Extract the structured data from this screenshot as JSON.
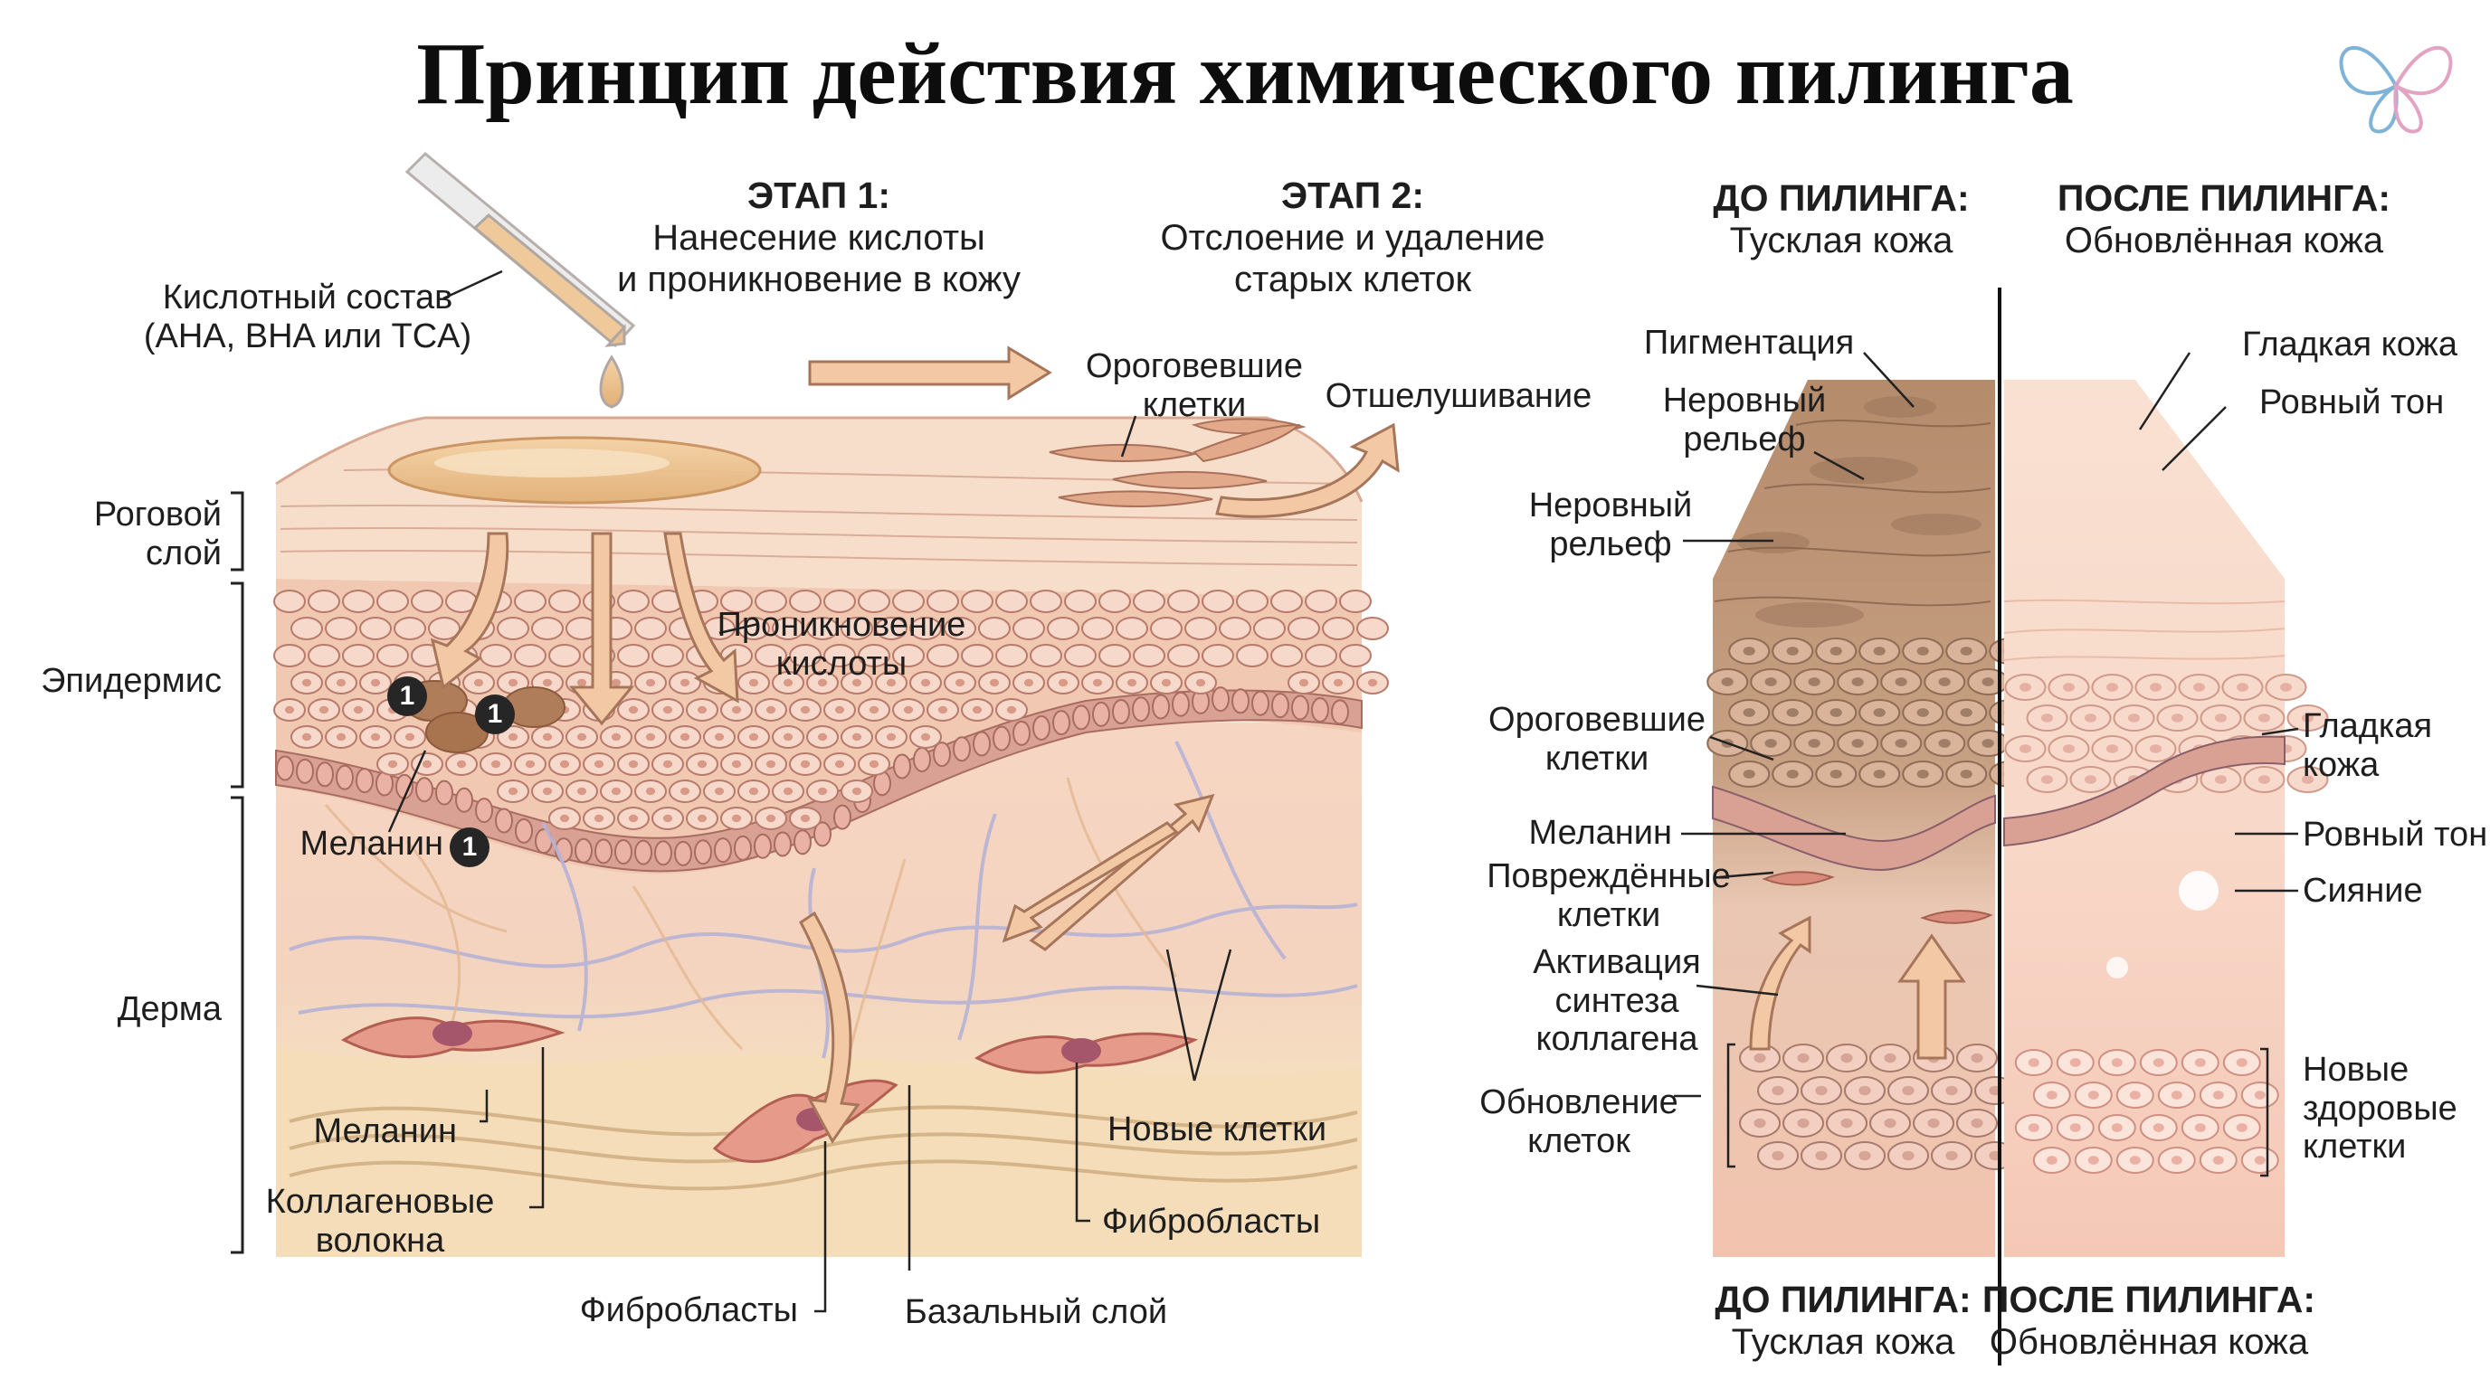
{
  "title": "Принцип действия химического пилинга",
  "colors": {
    "skin_light": "#f6dcc8",
    "skin_mid": "#eec0a8",
    "basal": "#d9a193",
    "dermis": "#f4d3bf",
    "deep": "#f3dcb4",
    "cell_fill": "#f6d9cb",
    "cell_stroke": "#b87a6a",
    "arrow": "#f2c9a4",
    "arrow_stroke": "#a7765a",
    "vessel": "#b7b3d6",
    "fibroblast": "#e59a8a",
    "dull": "#b7906f",
    "dull_dark": "#8c6a54",
    "fresh": "#f8ddd0"
  },
  "stage1": {
    "heading": "ЭТАП 1:",
    "line1": "Нанесение кислоты",
    "line2": "и проникновение в кожу"
  },
  "stage2": {
    "heading": "ЭТАП 2:",
    "line1": "Отслоение и удаление",
    "line2": "старых клеток"
  },
  "before_top": {
    "heading": "ДО ПИЛИНГА:",
    "caption": "Тусклая кожа"
  },
  "after_top": {
    "heading": "ПОСЛЕ ПИЛИНГА:",
    "caption": "Обновлённая кожа"
  },
  "before_bottom": {
    "heading": "ДО ПИЛИНГА:",
    "caption": "Тусклая кожа"
  },
  "after_bottom": {
    "heading": "ПОСЛЕ ПИЛИНГА:",
    "caption": "Обновлённая кожа"
  },
  "left_labels": {
    "acid_line1": "Кислотный состав",
    "acid_line2": "(AHA, BHA или TCA)",
    "horny_line1": "Роговой",
    "horny_line2": "слой",
    "epidermis": "Эпидермис",
    "melanin_badge": "Меланин",
    "dermis": "Дерма",
    "melanin_low": "Меланин",
    "collagen_line1": "Коллагеновые",
    "collagen_line2": "волокна",
    "fibroblasts_bottom": "Фибробласты",
    "basal_layer": "Базальный слой",
    "fibroblasts_right": "Фибробласты",
    "new_cells": "Новые клетки",
    "penetration_line1": "Проникновение",
    "penetration_line2": "кислоты",
    "keratin_line1": "Ороговевшие",
    "keratin_line2": "клетки",
    "exfoliation": "Отшелушивание",
    "badge_number": "1"
  },
  "before_labels": {
    "pigmentation": "Пигментация",
    "uneven1_line1": "Неровный",
    "uneven1_line2": "рельеф",
    "uneven2_line1": "Неровный",
    "uneven2_line2": "рельеф",
    "keratin_line1": "Ороговевшие",
    "keratin_line2": "клетки",
    "melanin": "Меланин",
    "damaged_line1": "Повреждённые",
    "damaged_line2": "клетки",
    "collagen_line1": "Активация",
    "collagen_line2": "синтеза",
    "collagen_line3": "коллагена",
    "renewal_line1": "Обновление",
    "renewal_line2": "клеток"
  },
  "after_labels": {
    "smooth_top": "Гладкая кожа",
    "even_top": "Ровный тон",
    "smooth_line1": "Гладкая",
    "smooth_line2": "кожа",
    "even": "Ровный тон",
    "glow": "Сияние",
    "new_line1": "Новые",
    "new_line2": "здоровые",
    "new_line3": "клетки"
  }
}
